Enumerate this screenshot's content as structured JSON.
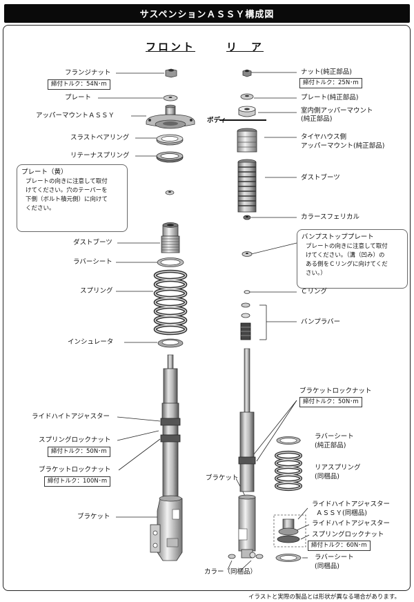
{
  "title": "サスペンションＡＳＳＹ構成図",
  "headings": {
    "front": "フロント",
    "rear": "リ　ア"
  },
  "front_labels": {
    "flange_nut": "フランジナット",
    "flange_nut_torque": "締付トルク：54N･m",
    "plate": "プレート",
    "upper_mount": "アッパーマウントＡＳＳＹ",
    "thrust_bearing": "スラストベアリング",
    "retainer_spring": "リテーナスプリング",
    "dust_boot": "ダストブーツ",
    "rubber_seat": "ラバーシート",
    "spring": "スプリング",
    "insulator": "インシュレータ",
    "ride_height_adjuster": "ライドハイトアジャスター",
    "spring_lock_nut": "スプリングロックナット",
    "spring_lock_nut_torque": "締付トルク：50N･m",
    "bracket_lock_nut": "ブラケットロックナット",
    "bracket_lock_nut_torque": "締付トルク：100N･m",
    "bracket": "ブラケット"
  },
  "front_note": {
    "title": "プレート（黄）",
    "body": "プレートの向きに注意して取付\nけてください。穴のテーパーを\n下側（ボルト積元側）に向けて\nください。"
  },
  "rear_labels": {
    "nut": "ナット(純正部品)",
    "nut_torque": "締付トルク：25N･m",
    "plate": "プレート(純正部品)",
    "indoor_upper_mount_1": "室内側アッパーマウント",
    "indoor_upper_mount_2": "(純正部品)",
    "body": "ボディ",
    "tirehouse_mount_1": "タイヤハウス側",
    "tirehouse_mount_2": "アッパーマウント(純正部品)",
    "dust_boot": "ダストブーツ",
    "collar_spherical": "カラースフェリカル",
    "c_ring": "Ｃリング",
    "bump_rubber": "バンプラバー",
    "bracket_lock_nut": "ブラケットロックナット",
    "bracket_lock_nut_torque": "締付トルク：50N･m",
    "rubber_seat_top_1": "ラバーシート",
    "rubber_seat_top_2": "(純正部品)",
    "rear_spring_1": "リアスプリング",
    "rear_spring_2": "(同梱品)",
    "bracket": "ブラケット",
    "rha_assy_1": "ライドハイトアジャスター",
    "rha_assy_2": "ＡＳＳＹ(同梱品)",
    "rha": "ライドハイトアジャスター",
    "spring_lock_nut": "スプリングロックナット",
    "spring_lock_nut_torque": "締付トルク：60N･m",
    "rubber_seat_bottom_1": "ラバーシート",
    "rubber_seat_bottom_2": "(同梱品)",
    "collar": "カラー（同梱品）"
  },
  "rear_note": {
    "title": "バンプストッププレート",
    "body": "プレートの向きに注意して取付\nけてください。（溝（凹み）の\nある側をＣリングに向けてくだ\nさい。）"
  },
  "footer": "イラストと実際の製品とは形状が異なる場合があります。"
}
